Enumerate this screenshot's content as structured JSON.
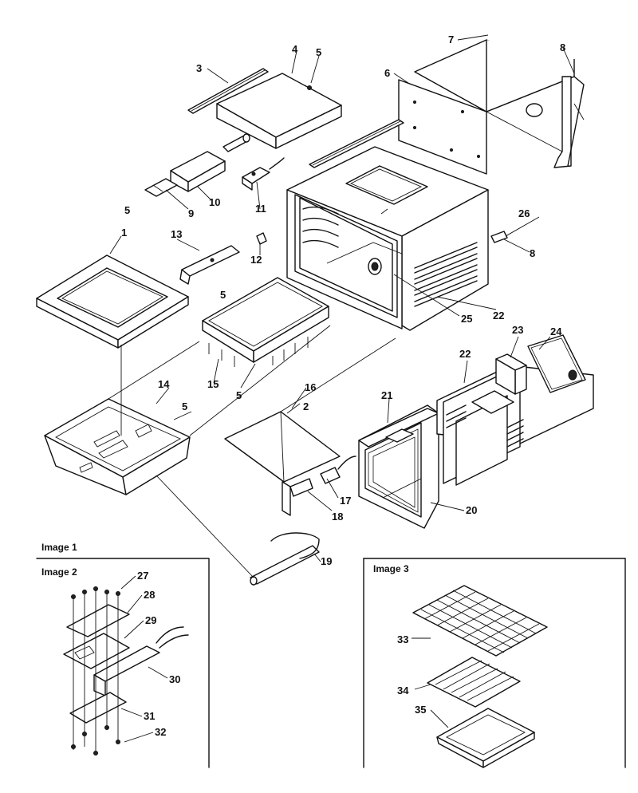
{
  "figure": {
    "image_titles": [
      "Image 1",
      "Image 2",
      "Image 3"
    ],
    "callouts": [
      "1",
      "2",
      "3",
      "4",
      "5",
      "5",
      "5",
      "5",
      "5",
      "6",
      "7",
      "8",
      "8",
      "9",
      "10",
      "11",
      "12",
      "13",
      "14",
      "15",
      "16",
      "17",
      "18",
      "19",
      "20",
      "21",
      "22",
      "22",
      "23",
      "24",
      "25",
      "26",
      "27",
      "28",
      "29",
      "30",
      "31",
      "32",
      "33",
      "34",
      "35"
    ]
  }
}
